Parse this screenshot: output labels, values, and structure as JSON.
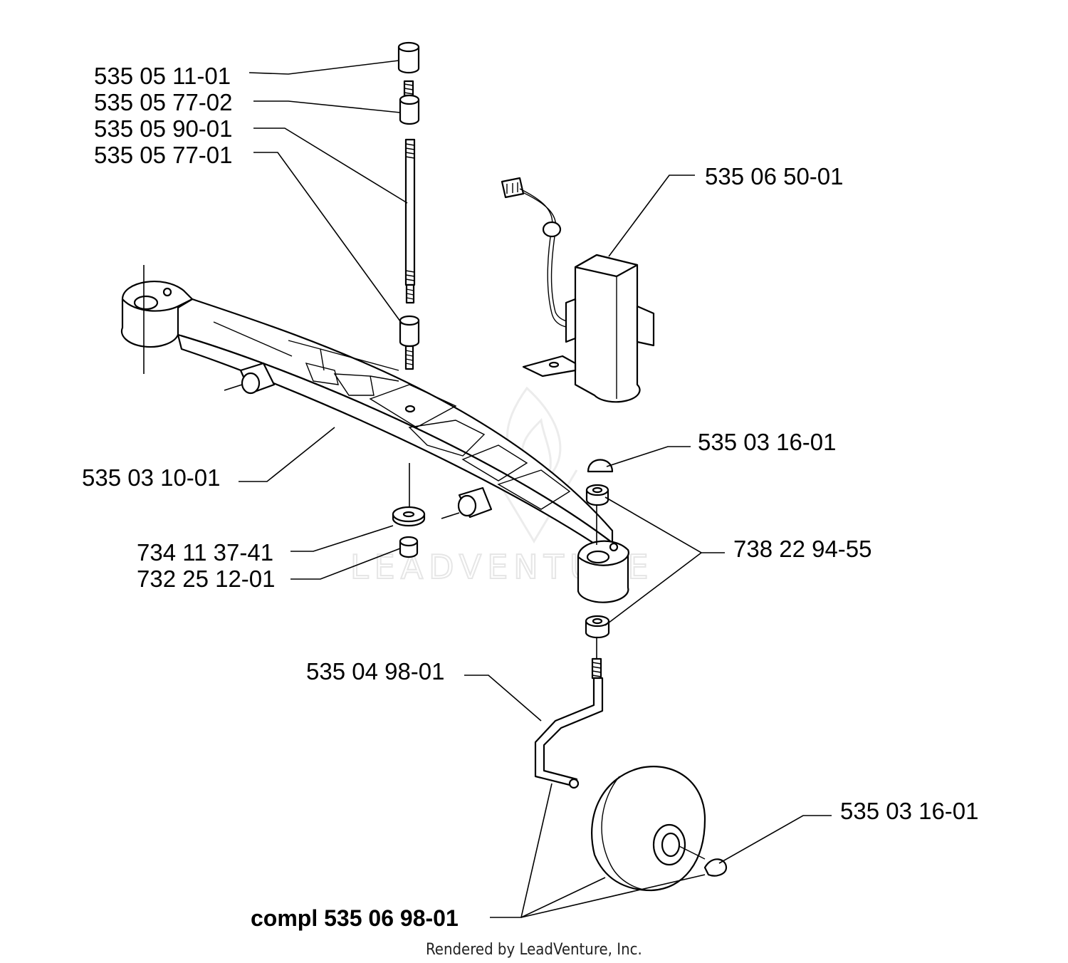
{
  "labels": {
    "spacer_top": "535 05 11-01",
    "nut_upper": "535 05 77-02",
    "rod": "535 05 90-01",
    "nut_lower": "535 05 77-01",
    "sensor": "535 06 50-01",
    "beam": "535 03 10-01",
    "cap_right": "535 03 16-01",
    "washer": "734 11 37-41",
    "nut_small": "732 25 12-01",
    "bushing": "738 22 94-55",
    "wheel_axle": "535 04 98-01",
    "cap_wheel": "535 03 16-01",
    "complete_assembly": "compl 535 06 98-01"
  },
  "watermark": "LEADVENTURE",
  "footer": "Rendered by LeadVenture, Inc."
}
